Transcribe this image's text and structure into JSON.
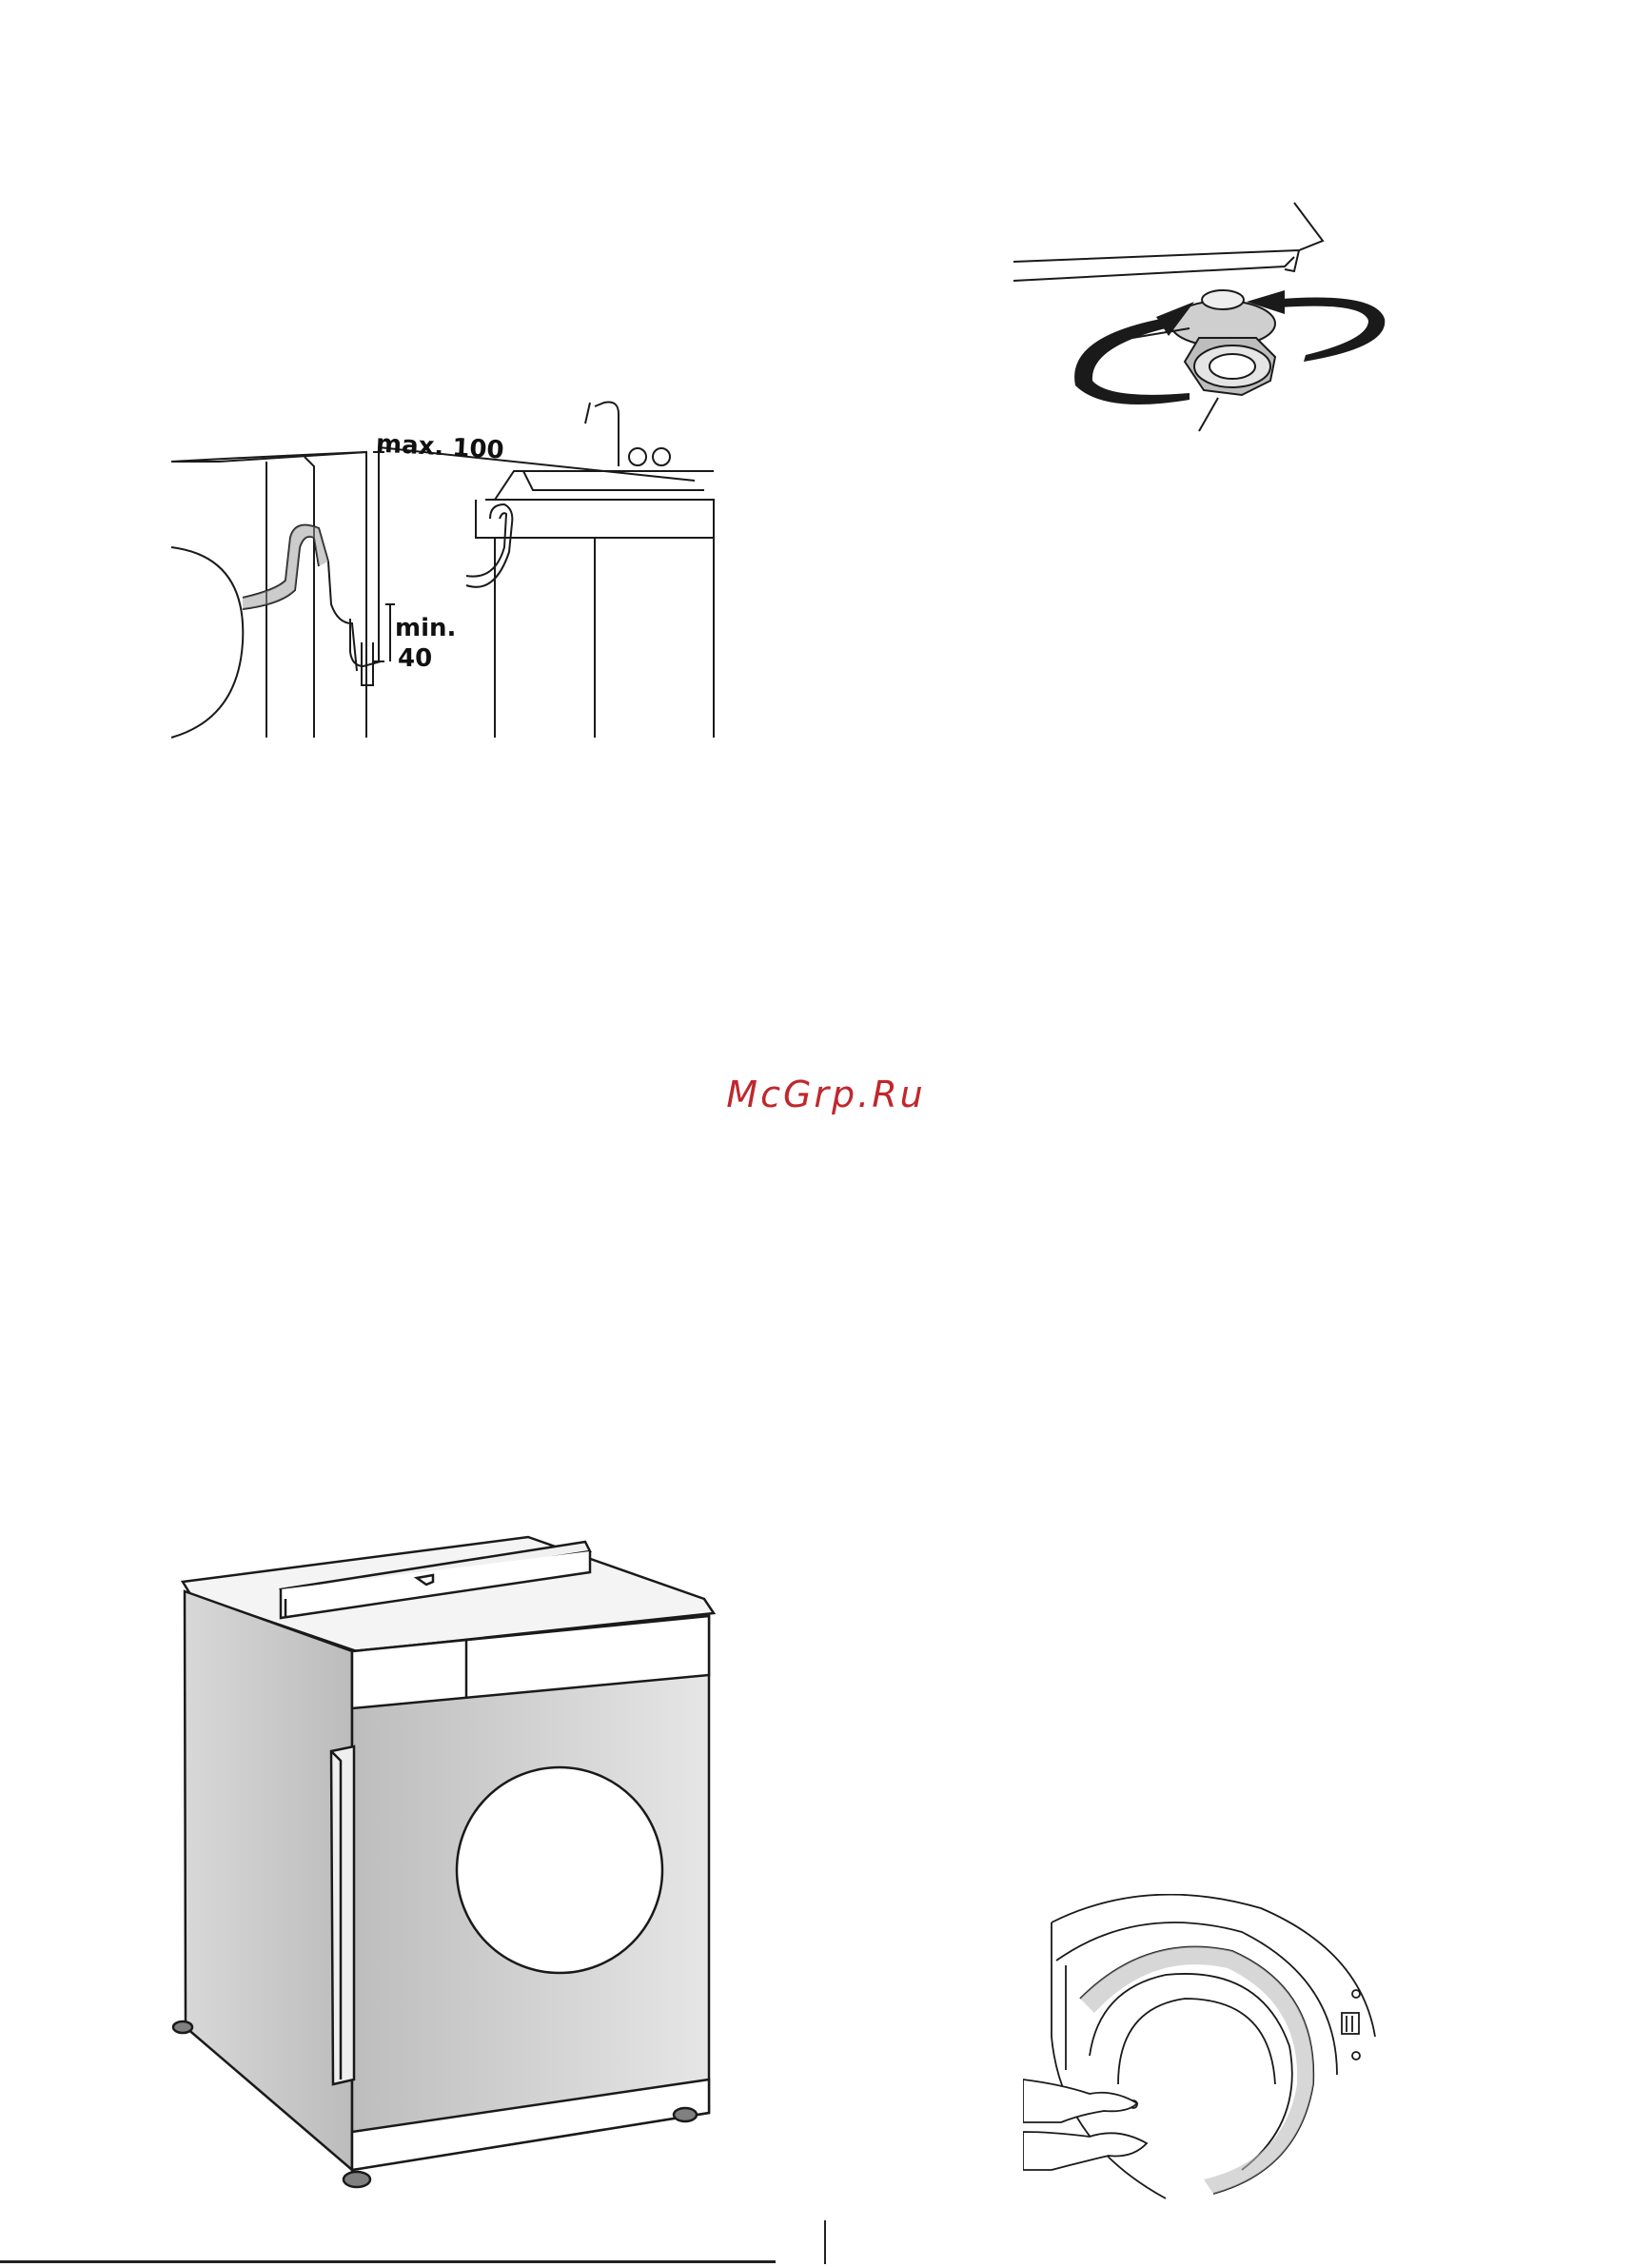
{
  "figures": {
    "drain_hose": {
      "max_label": "max. 100",
      "min_label": "min.",
      "min_value": "40"
    }
  },
  "watermark": {
    "text": "McGrp.Ru",
    "color": "#c0272d"
  },
  "colors": {
    "line": "#1a1a1a",
    "panel_gray": "#cfcfcf",
    "hose_gray": "#9a9a9a",
    "foot_gray": "#808080"
  }
}
